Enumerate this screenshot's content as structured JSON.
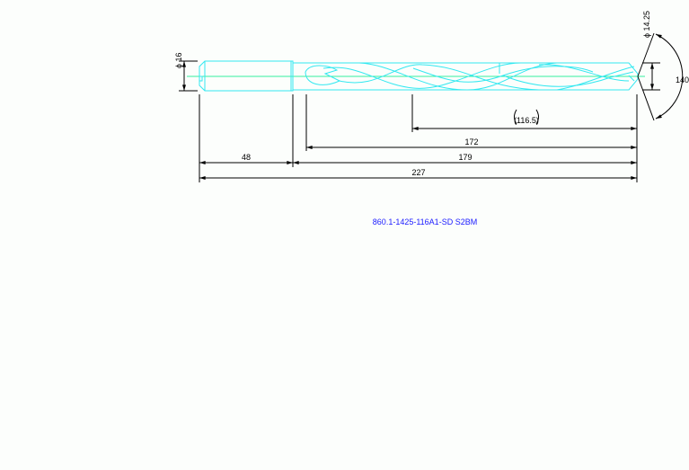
{
  "drawing": {
    "part_number": "860.1-1425-116A1-SD S2BM",
    "dimensions": {
      "shank_diameter": "ϕ 16",
      "drill_diameter": "ϕ 14.25",
      "point_angle": "140°",
      "shank_length": "48",
      "flute_length": "(116.5)",
      "usable_length": "172",
      "body_length": "179",
      "overall_length": "227"
    },
    "colors": {
      "geometry": "#33e8f0",
      "centerline": "#33f0a0",
      "dimension": "#000000",
      "label": "#1a1aff"
    }
  }
}
